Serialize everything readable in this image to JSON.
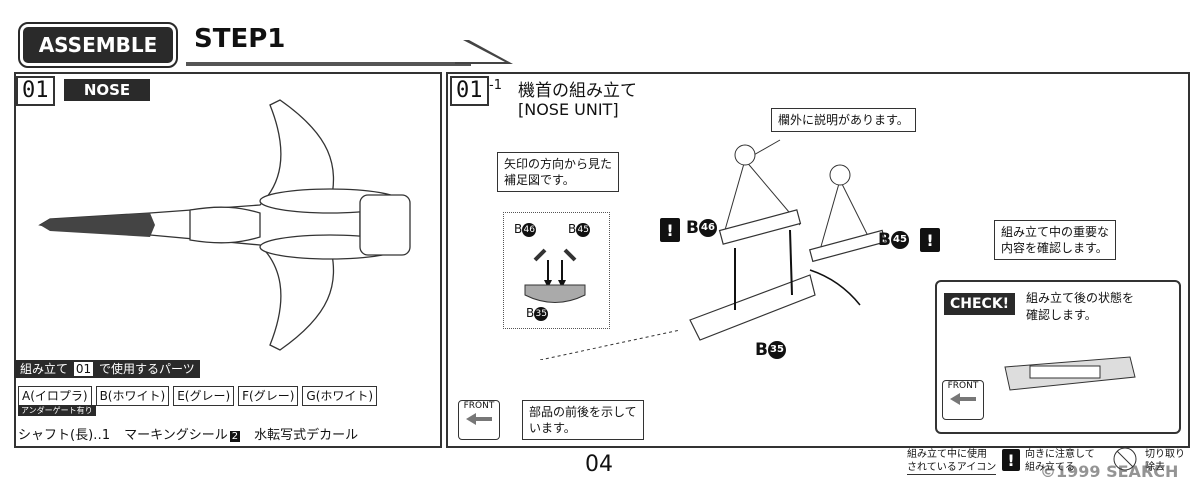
{
  "header": {
    "assemble_label": "ASSEMBLE",
    "step_label": "STEP1"
  },
  "left_panel": {
    "section_number": "01",
    "section_title": "NOSE",
    "parts_header_num": "01",
    "parts_header_pre": "組み立て",
    "parts_header_post": "で使用するパーツ",
    "parts": [
      "A(イロプラ)",
      "B(ホワイト)",
      "E(グレー)",
      "F(グレー)",
      "G(ホワイト)"
    ],
    "under_gate_note": "アンダーゲート有り",
    "extras": [
      "シャフト(長)‥1",
      "マーキングシール",
      "水転写式デカール"
    ],
    "marking_num": "2"
  },
  "right_panel": {
    "section_number": "01",
    "sub_number": "-1",
    "title_jp": "機首の組み立て",
    "title_en": "[NOSE UNIT]",
    "callout_outside": "欄外に説明があります。",
    "callout_arrow_view": [
      "矢印の方向から見た",
      "補足図です。"
    ],
    "callout_important": [
      "組み立て中の重要な",
      "内容を確認します。"
    ],
    "callout_front": [
      "部品の前後を示して",
      "います。"
    ],
    "check_label": "CHECK!",
    "check_text": [
      "組み立て後の状態を",
      "確認します。"
    ],
    "front_label": "FRONT",
    "parts_labels": {
      "b46": "B",
      "b45": "B",
      "b35": "B",
      "n46": "46",
      "n45": "45",
      "n35": "35"
    }
  },
  "footer": {
    "page_number": "04",
    "legend_title": [
      "組み立て中に使用",
      "されているアイコン"
    ],
    "legend_caution": [
      "向きに注意して",
      "組み立てる"
    ],
    "legend_cut": [
      "切り取り",
      "除去"
    ],
    "watermark": "©1999 SEARCH"
  }
}
